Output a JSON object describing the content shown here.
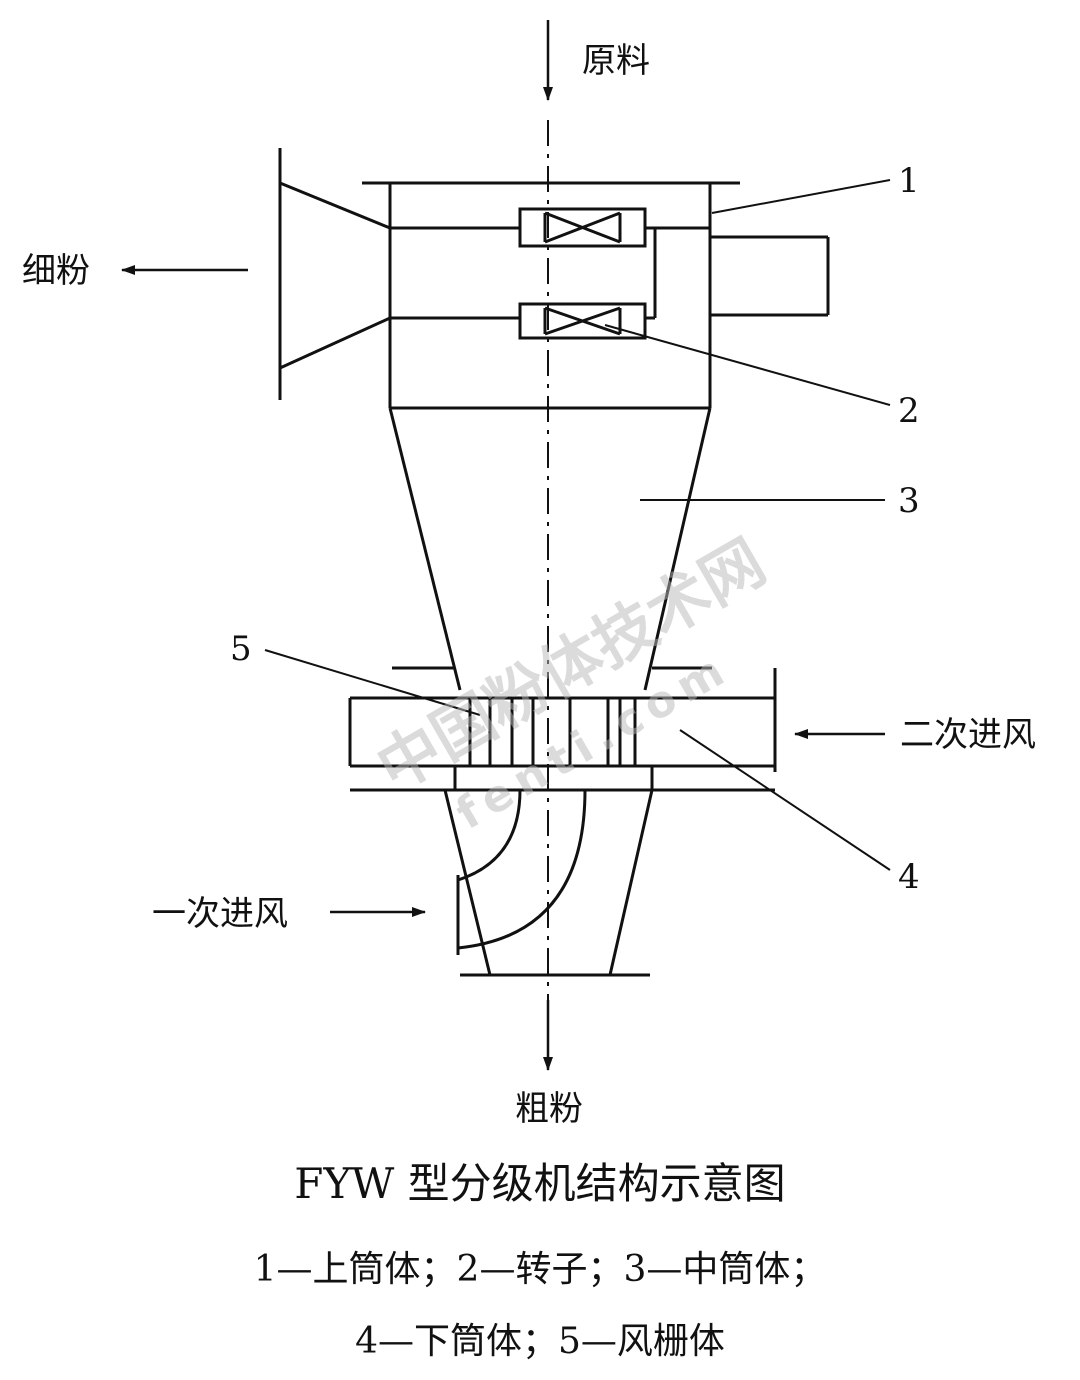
{
  "labels": {
    "raw_material": "原料",
    "fine_powder": "细粉",
    "coarse_powder": "粗粉",
    "secondary_air": "二次进风",
    "primary_air": "一次进风"
  },
  "numbers": {
    "n1": "1",
    "n2": "2",
    "n3": "3",
    "n4": "4",
    "n5": "5"
  },
  "watermark": {
    "text": "中国粉体技术网",
    "url": "fenti.com"
  },
  "caption": {
    "title": "FYW 型分级机结构示意图",
    "legend_line1": "1—上筒体；2—转子；3—中筒体；",
    "legend_line2": "4—下筒体；5—风栅体"
  },
  "colors": {
    "ink": "#111111",
    "watermark": "#b9b9b9"
  }
}
